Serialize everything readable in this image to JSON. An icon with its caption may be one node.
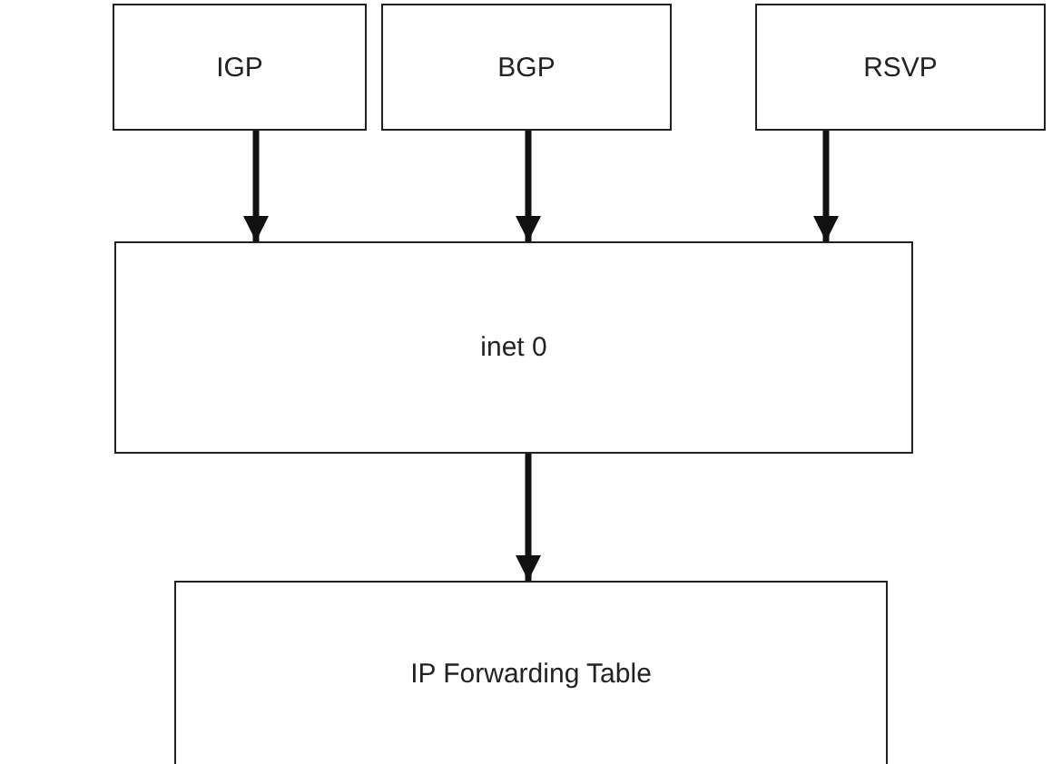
{
  "diagram": {
    "nodes": [
      {
        "text": [
          "IGP"
        ]
      },
      {
        "text": [
          "BGP"
        ]
      },
      {
        "text": [
          "RSVP"
        ]
      },
      {
        "text": [
          "inet 0"
        ]
      },
      {
        "text": [
          "IP Forwarding Table"
        ]
      }
    ],
    "edges": [
      {
        "from": 0,
        "to": 3,
        "arrow": "to"
      },
      {
        "from": 1,
        "to": 3,
        "arrow": "to"
      },
      {
        "from": 2,
        "to": 3,
        "arrow": "to"
      },
      {
        "from": 3,
        "to": 4,
        "arrow": "to"
      }
    ]
  }
}
